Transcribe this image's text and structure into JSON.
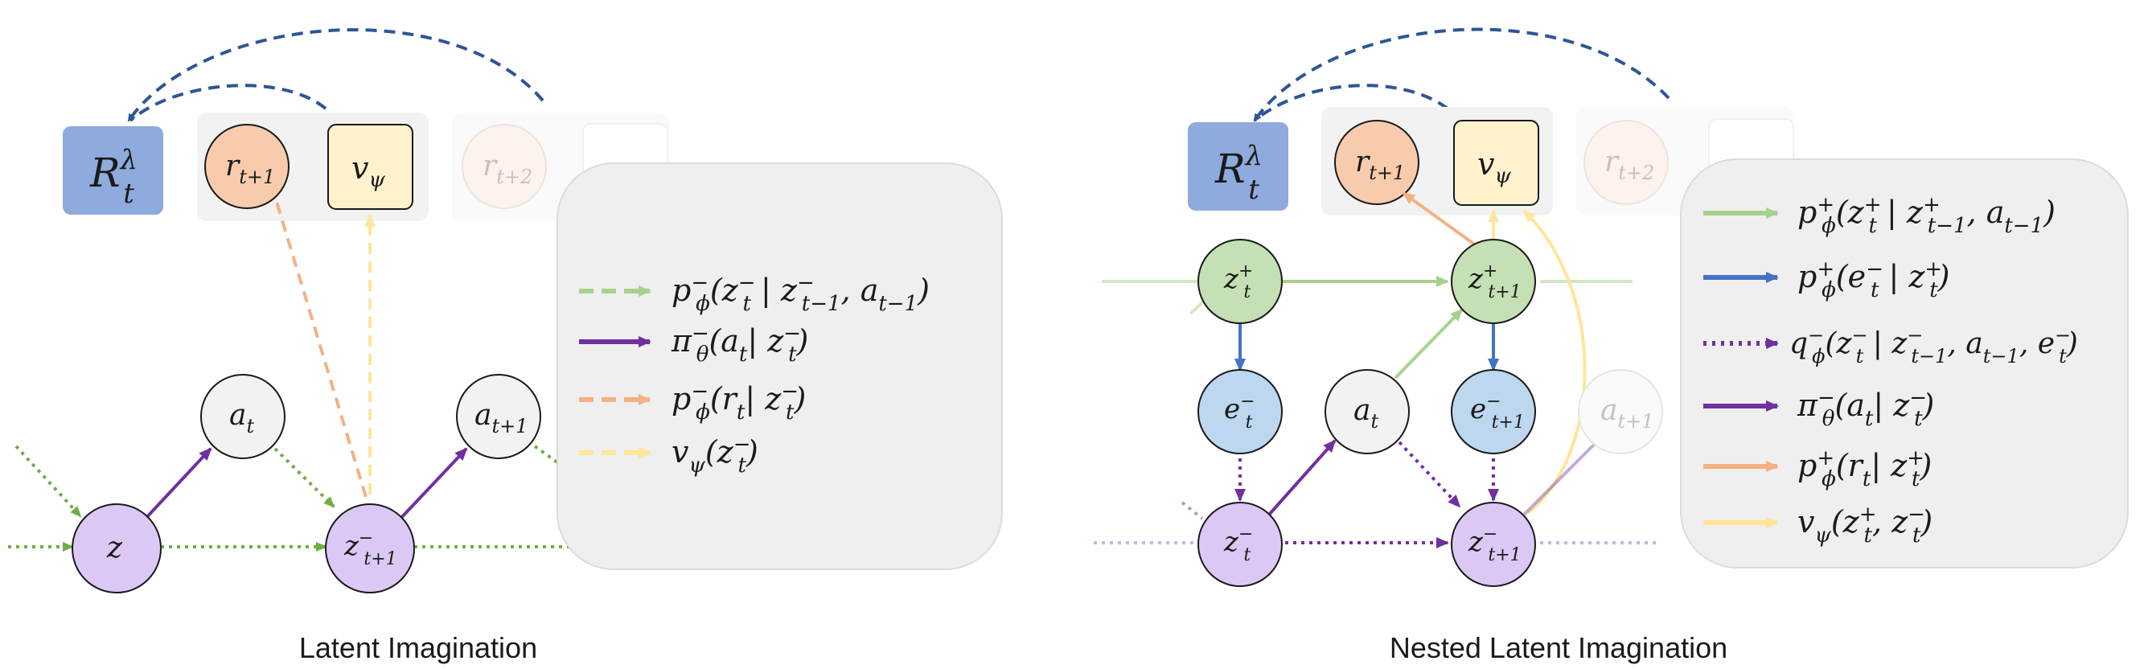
{
  "left_panel": {
    "caption": "Latent Imagination",
    "nodes": {
      "return": {
        "main": "R",
        "sup": "λ",
        "sub": "t"
      },
      "reward": {
        "main": "r",
        "sub": "t+1"
      },
      "value": {
        "main": "v",
        "sub": "ψ"
      },
      "reward_faded": {
        "main": "r",
        "sub": "t+2"
      },
      "action_t": {
        "main": "a",
        "sub": "t"
      },
      "action_t1": {
        "main": "a",
        "sub": "t+1"
      },
      "z": {
        "main": "z"
      },
      "z_next": {
        "main": "z",
        "sup": "−",
        "sub": "t+1"
      }
    },
    "legend": [
      {
        "text": "p",
        "sup": "−",
        "sub": "ϕ",
        "args": "(z",
        "rest": "t",
        "tail": " | z",
        "tail_sub": "t−1",
        "end": ", a",
        "end_sub": "t−1",
        "close": ")",
        "color": "#a9d18e",
        "style": "dashed"
      },
      {
        "text": "π",
        "sup": "−",
        "sub": "θ",
        "args": "(a",
        "rest": "t",
        "tail": "| z",
        "tail_sub": "t",
        "close": ")",
        "color": "#7030a0",
        "style": "solid"
      },
      {
        "text": "p",
        "sup": "−",
        "sub": "ϕ",
        "args": "(r",
        "rest": "t",
        "tail": "| z",
        "tail_sub": "t",
        "close": ")",
        "color": "#f4b183",
        "style": "dashed"
      },
      {
        "text": "v",
        "sub": "ψ",
        "args": "(z",
        "rest": "t",
        "close": ")",
        "color": "#ffe699",
        "style": "dashed"
      }
    ]
  },
  "right_panel": {
    "caption": "Nested Latent Imagination",
    "nodes": {
      "return": {
        "main": "R",
        "sup": "λ",
        "sub": "t"
      },
      "reward": {
        "main": "r",
        "sub": "t+1"
      },
      "value": {
        "main": "v",
        "sub": "ψ"
      },
      "reward_faded": {
        "main": "r",
        "sub": "t+2"
      },
      "zplus_t": {
        "main": "z",
        "sup": "+",
        "sub": "t"
      },
      "zplus_t1": {
        "main": "z",
        "sup": "+",
        "sub": "t+1"
      },
      "e_t": {
        "main": "e",
        "sup": "−",
        "sub": "t"
      },
      "action_t": {
        "main": "a",
        "sub": "t"
      },
      "e_t1": {
        "main": "e",
        "sup": "−",
        "sub": "t+1"
      },
      "action_faded": {
        "main": "a",
        "sub": "t+1"
      },
      "zminus_t": {
        "main": "z",
        "sup": "−",
        "sub": "t"
      },
      "zminus_t1": {
        "main": "z",
        "sup": "−",
        "sub": "t+1"
      }
    },
    "legend": [
      {
        "label": "p⁺ϕ(z⁺t | z⁺t−1, at−1)",
        "color": "#a9d18e",
        "style": "solid"
      },
      {
        "label": "p⁺ϕ(e⁻t | z⁺t)",
        "color": "#4472c4",
        "style": "solid"
      },
      {
        "label": "q⁻ϕ(z⁻t | z⁻t−1, at−1, e⁻t)",
        "color": "#7030a0",
        "style": "dotted"
      },
      {
        "label": "π⁻θ(at | z⁻t)",
        "color": "#7030a0",
        "style": "solid"
      },
      {
        "label": "p⁺ϕ(rt | z⁺t)",
        "color": "#f4b183",
        "style": "solid"
      },
      {
        "label": "vψ(z⁺t, z⁻t)",
        "color": "#ffe699",
        "style": "solid"
      }
    ]
  },
  "colors": {
    "return_box": "#8faadc",
    "reward_fill": "#f8cbad",
    "value_fill": "#fff2cc",
    "z_purple": "#dcc8f5",
    "zplus_green": "#c5e0b4",
    "e_blue": "#bdd7ee",
    "action_fill": "#f2f2f2",
    "legend_bg": "#efefef",
    "arc_blue": "#2f5597"
  }
}
